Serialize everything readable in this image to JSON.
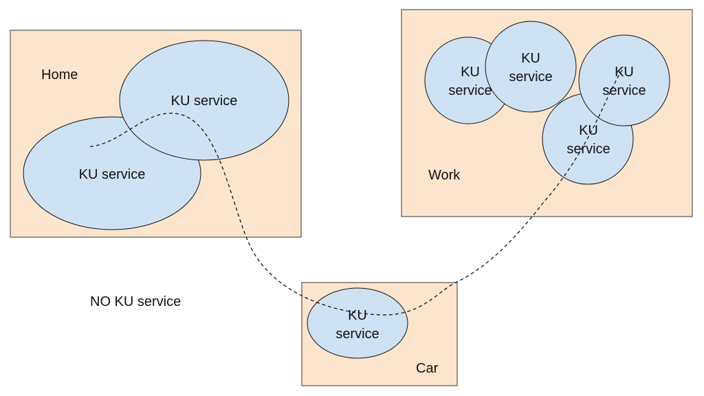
{
  "colors": {
    "zone_fill": "#fce5cd",
    "service_fill": "#cfe2f3",
    "stroke": "#111111"
  },
  "zones": {
    "home": {
      "label": "Home"
    },
    "work": {
      "label": "Work"
    },
    "car": {
      "label": "Car"
    }
  },
  "outside_label": "NO KU service",
  "services": {
    "home_upper": {
      "label": "KU service"
    },
    "home_lower": {
      "label": "KU service"
    },
    "work_1": {
      "line1": "KU",
      "line2": "service"
    },
    "work_2": {
      "line1": "KU",
      "line2": "service"
    },
    "work_3": {
      "line1": "KU",
      "line2": "service"
    },
    "work_4": {
      "line1": "KU",
      "line2": "service"
    },
    "car_1": {
      "line1": "KU",
      "line2": "service"
    }
  },
  "path": {
    "style": "dashed"
  }
}
